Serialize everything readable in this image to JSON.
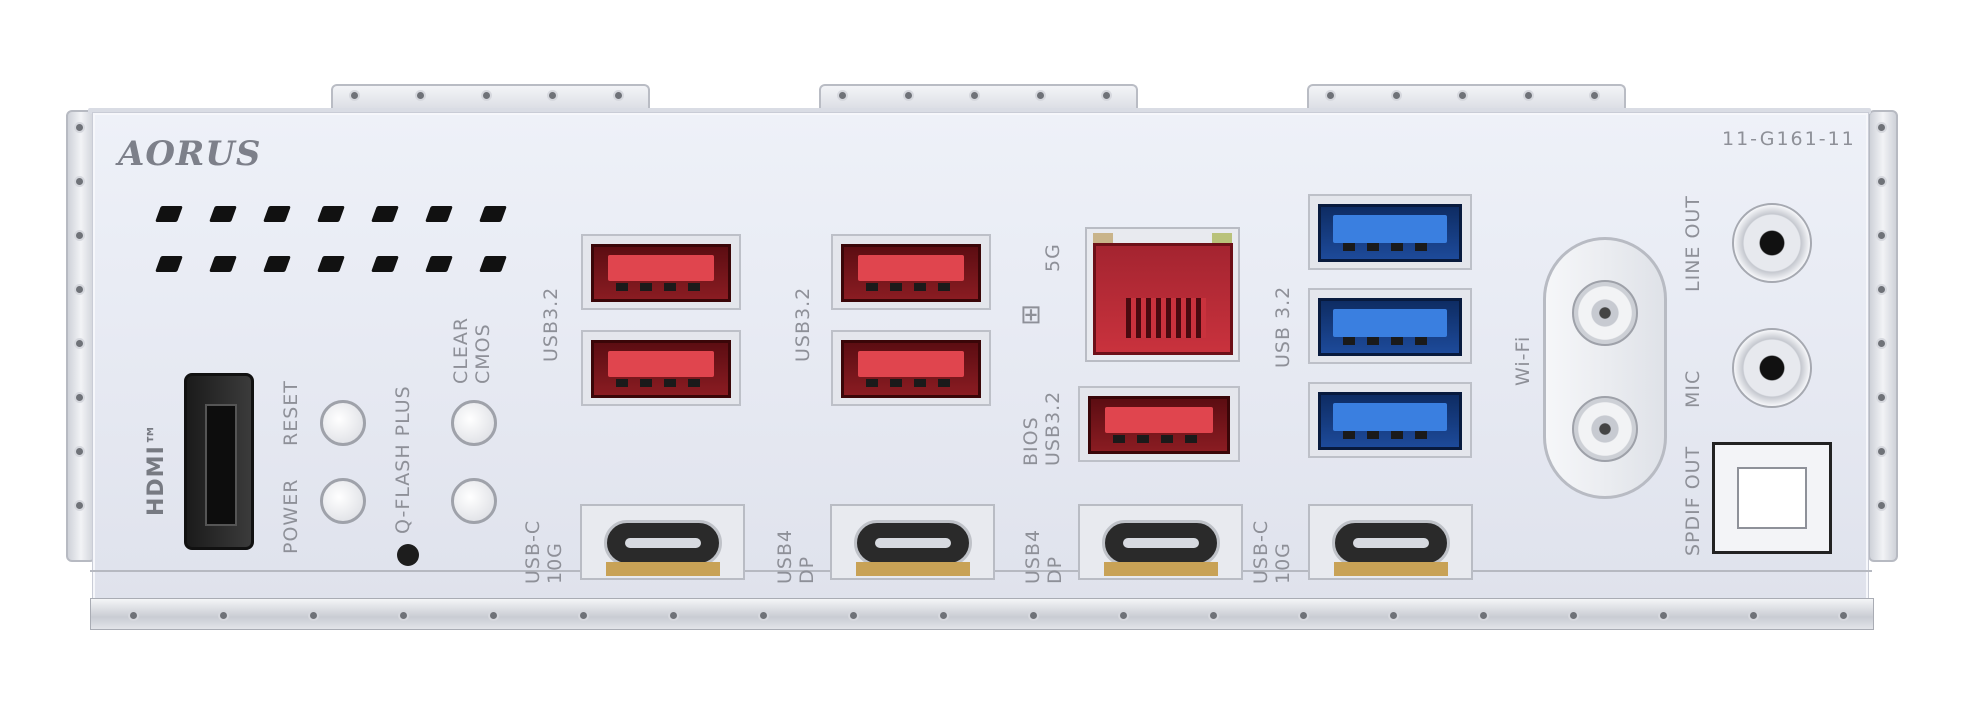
{
  "brand": {
    "logo": "AORUS",
    "part_number": "11-G161-11"
  },
  "labels": {
    "hdmi": "HDMI™",
    "power": "POWER",
    "reset": "RESET",
    "clear_cmos": "CLEAR CMOS",
    "q_flash_plus": "Q-FLASH PLUS",
    "usb32_a": "USB3.2",
    "usb32_b": "USB3.2",
    "usb32_blue": "USB 3.2",
    "lan_5g": "5G",
    "bios_usb32": "BIOS USB3.2",
    "usbc_10g_left": "USB-C 10G",
    "usb4_dp_1": "USB4 DP",
    "usb4_dp_2": "USB4 DP",
    "usbc_10g_right": "USB-C 10G",
    "wifi": "Wi-Fi",
    "line_out": "LINE OUT",
    "mic": "MIC",
    "spdif_out": "SPDIF OUT"
  },
  "colors": {
    "usb_red": "#c9323d",
    "usb_blue": "#1d4a9a",
    "plate": "#e6e9f2"
  }
}
